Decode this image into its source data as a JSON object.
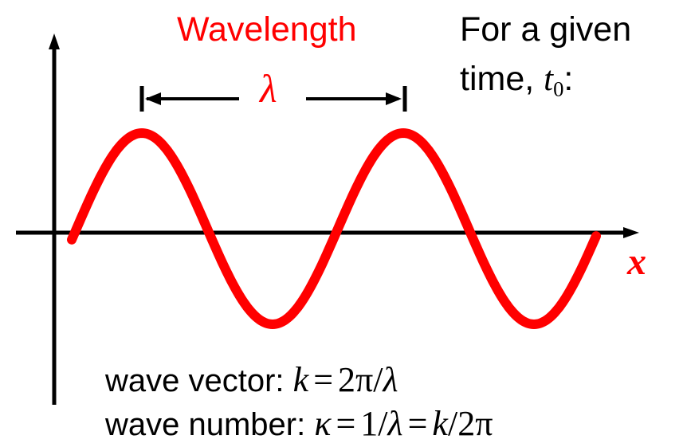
{
  "title": "Wavelength",
  "wavelength_symbol": "λ",
  "x_axis_label": "x",
  "given": {
    "line1": "For a given",
    "line2_prefix": "time, ",
    "t_symbol": "t",
    "t_subscript": "0",
    "line2_suffix": ":"
  },
  "wave_vector": {
    "label": "wave vector: ",
    "lhs": "k",
    "eq": "=",
    "num": "2π",
    "slash": "/",
    "lambda": "λ"
  },
  "wave_number": {
    "label": "wave number: ",
    "lhs": "κ",
    "eq1": "=",
    "one": "1",
    "slash1": "/",
    "lambda": "λ",
    "eq2": "=",
    "k": "k",
    "slash2": "/",
    "two_pi": "2π"
  },
  "colors": {
    "wave": "#ff0000",
    "axes": "#000000",
    "accent_text": "#ff0000"
  }
}
